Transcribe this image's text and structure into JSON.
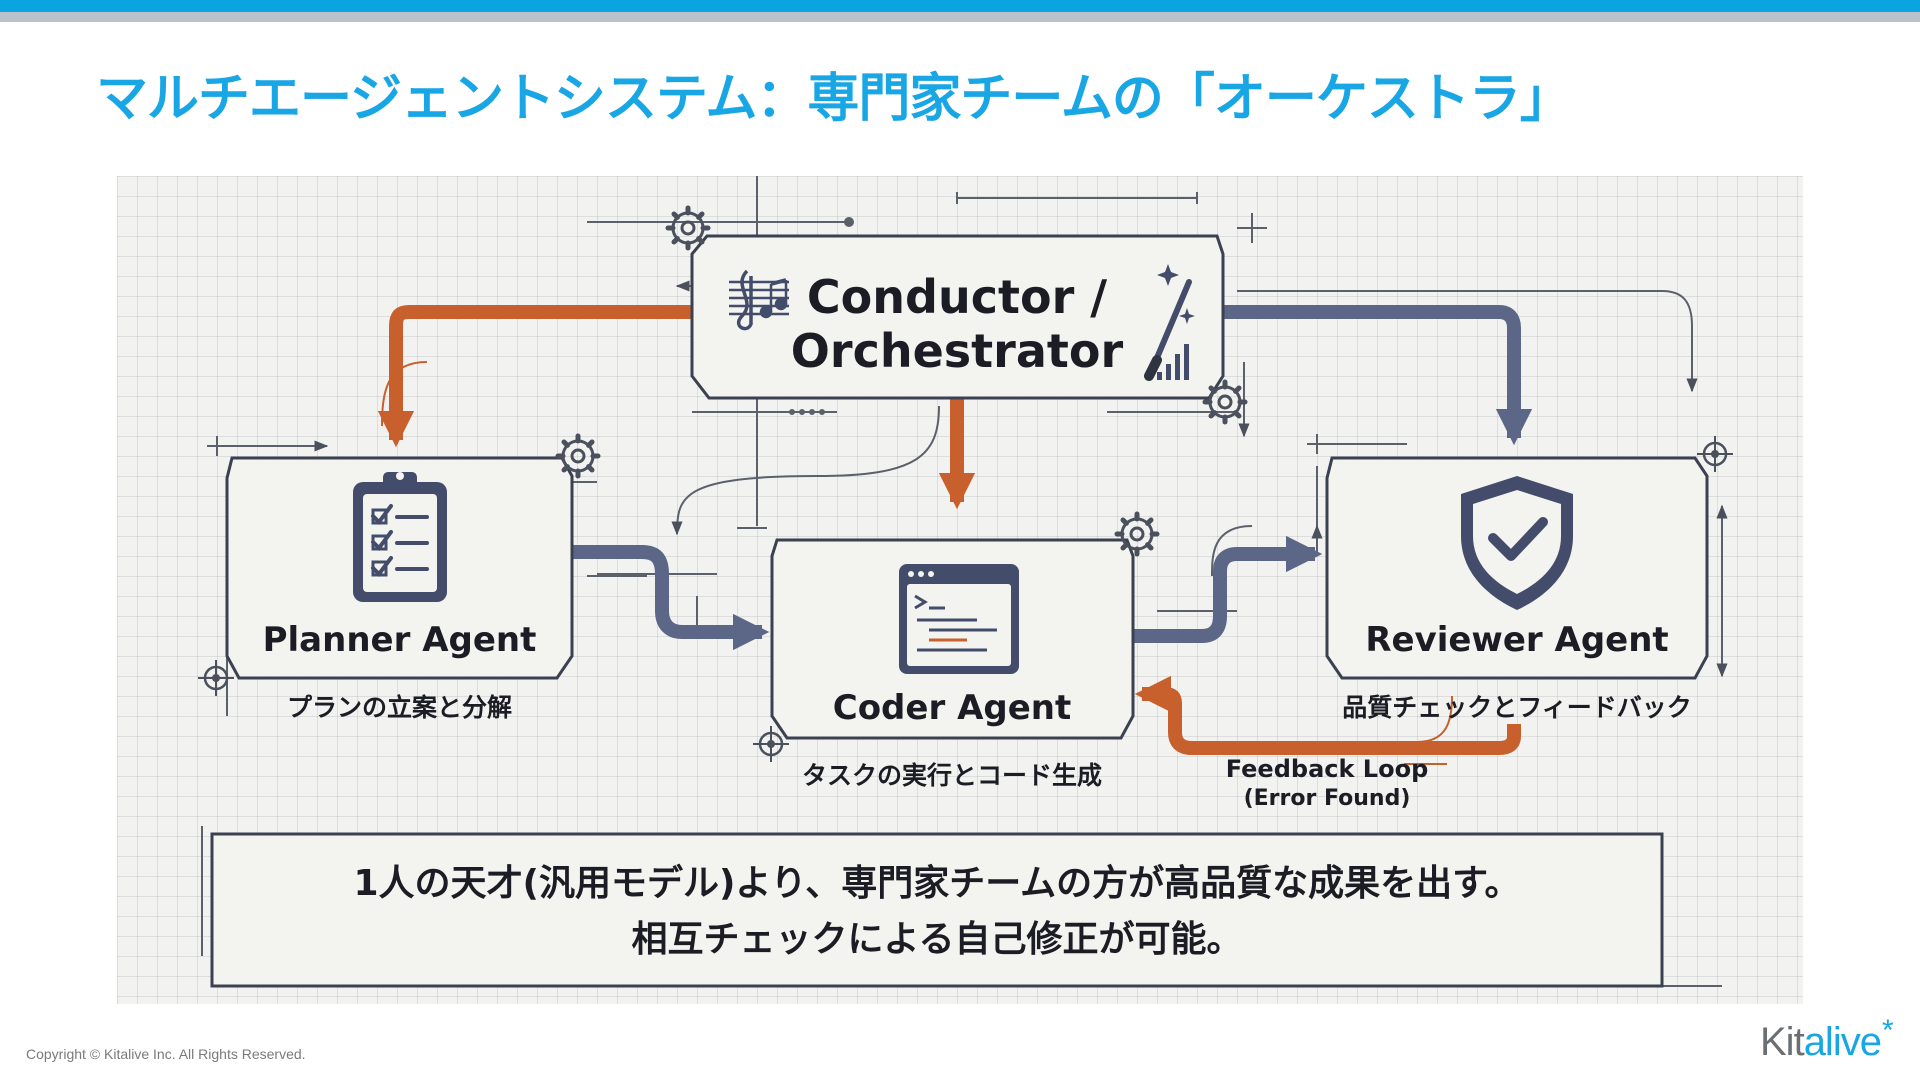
{
  "slide": {
    "title": "マルチエージェントシステム：専門家チームの「オーケストラ」"
  },
  "diagram": {
    "conductor": {
      "line1": "Conductor /",
      "line2": "Orchestrator"
    },
    "planner": {
      "label": "Planner Agent",
      "caption": "プランの立案と分解"
    },
    "coder": {
      "label": "Coder Agent",
      "caption": "タスクの実行とコード生成"
    },
    "reviewer": {
      "label": "Reviewer Agent",
      "caption": "品質チェックとフィードバック"
    },
    "feedback": {
      "line1": "Feedback Loop",
      "line2": "(Error Found)"
    },
    "summary": {
      "line1": "1人の天才(汎用モデル)より、専門家チームの方が高品質な成果を出す。",
      "line2": "相互チェックによる自己修正が可能。"
    },
    "colors": {
      "orange": "#c8602e",
      "slate": "#5c6787",
      "ink": "#2f3441",
      "icon_fill": "#434d6b"
    },
    "icons": [
      "music-score-icon",
      "baton-icon",
      "bar-chart-icon",
      "gear-icon",
      "clipboard-checklist-icon",
      "code-window-icon",
      "shield-check-icon",
      "crosshair-icon"
    ]
  },
  "footer": {
    "copyright": "Copyright © Kitalive Inc. All Rights Reserved.",
    "logo_main": "Kit",
    "logo_accent": "alive",
    "logo_star": "*"
  }
}
